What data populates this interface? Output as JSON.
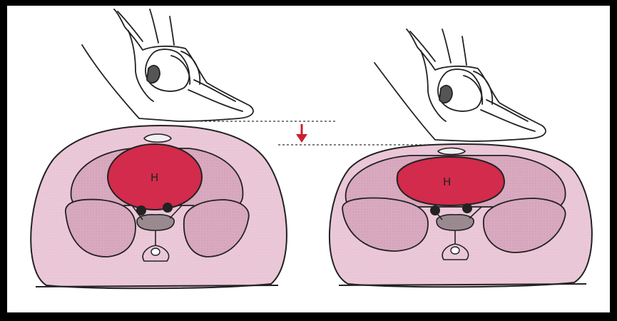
{
  "diagram": {
    "panels": [
      {
        "id": "before",
        "heart_label": "H"
      },
      {
        "id": "compressed",
        "heart_label": "H"
      }
    ],
    "colors": {
      "border": "#000000",
      "background": "#ffffff",
      "body_fill": "#ebc8d8",
      "cavity_fill": "#d9a9bf",
      "heart_fill": "#d22b4b",
      "arrow": "#cc1f2f",
      "outline": "#222222"
    },
    "icons": [
      "hand-icon",
      "down-arrow-icon"
    ]
  }
}
